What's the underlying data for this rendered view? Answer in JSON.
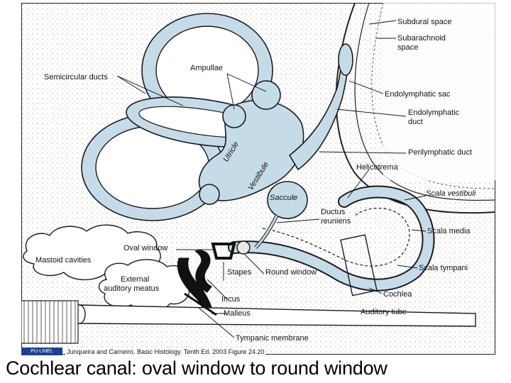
{
  "labels": {
    "semicircular_ducts": "Semicircular ducts",
    "ampullae": "Ampullae",
    "utricle": "Utricle",
    "vestibule": "Vestibule",
    "saccule": "Saccule",
    "subdural_space": "Subdural space",
    "subarachnoid_space_1": "Subarachnoid",
    "subarachnoid_space_2": "space",
    "endolymphatic_sac": "Endolymphatic sac",
    "endolymphatic_duct_1": "Endolymphatic",
    "endolymphatic_duct_2": "duct",
    "perilymphatic_duct": "Perilymphatic duct",
    "helicotrema": "Helicotrema",
    "scala_vestibuli": "Scala vestibuli",
    "scala_media": "Scala media",
    "scala_tympani": "Scala tympani",
    "cochlea": "Cochlea",
    "ductus_reuniens_1": "Ductus",
    "ductus_reuniens_2": "reuniens",
    "oval_window": "Oval window",
    "round_window": "Round window",
    "mastoid_cavities": "Mastoid cavities",
    "stapes": "Stapes",
    "external_meatus_1": "External",
    "external_meatus_2": "auditory meatus",
    "incus": "Incus",
    "malleus": "Malleus",
    "auditory_tube": "Auditory tube",
    "tympanic_membrane": "Tympanic membrane"
  },
  "logo_text": "PU-LINEL",
  "credit": "Junqueira and Carneiro. Basic Histology. Tenth Ed. 2003 Figure 24.20",
  "caption": "Cochlear canal:  oval window to round window",
  "colors": {
    "duct_fill": "#c5dce8",
    "outline": "#1a1a1a",
    "logo_bg": "#1f3f8f"
  }
}
